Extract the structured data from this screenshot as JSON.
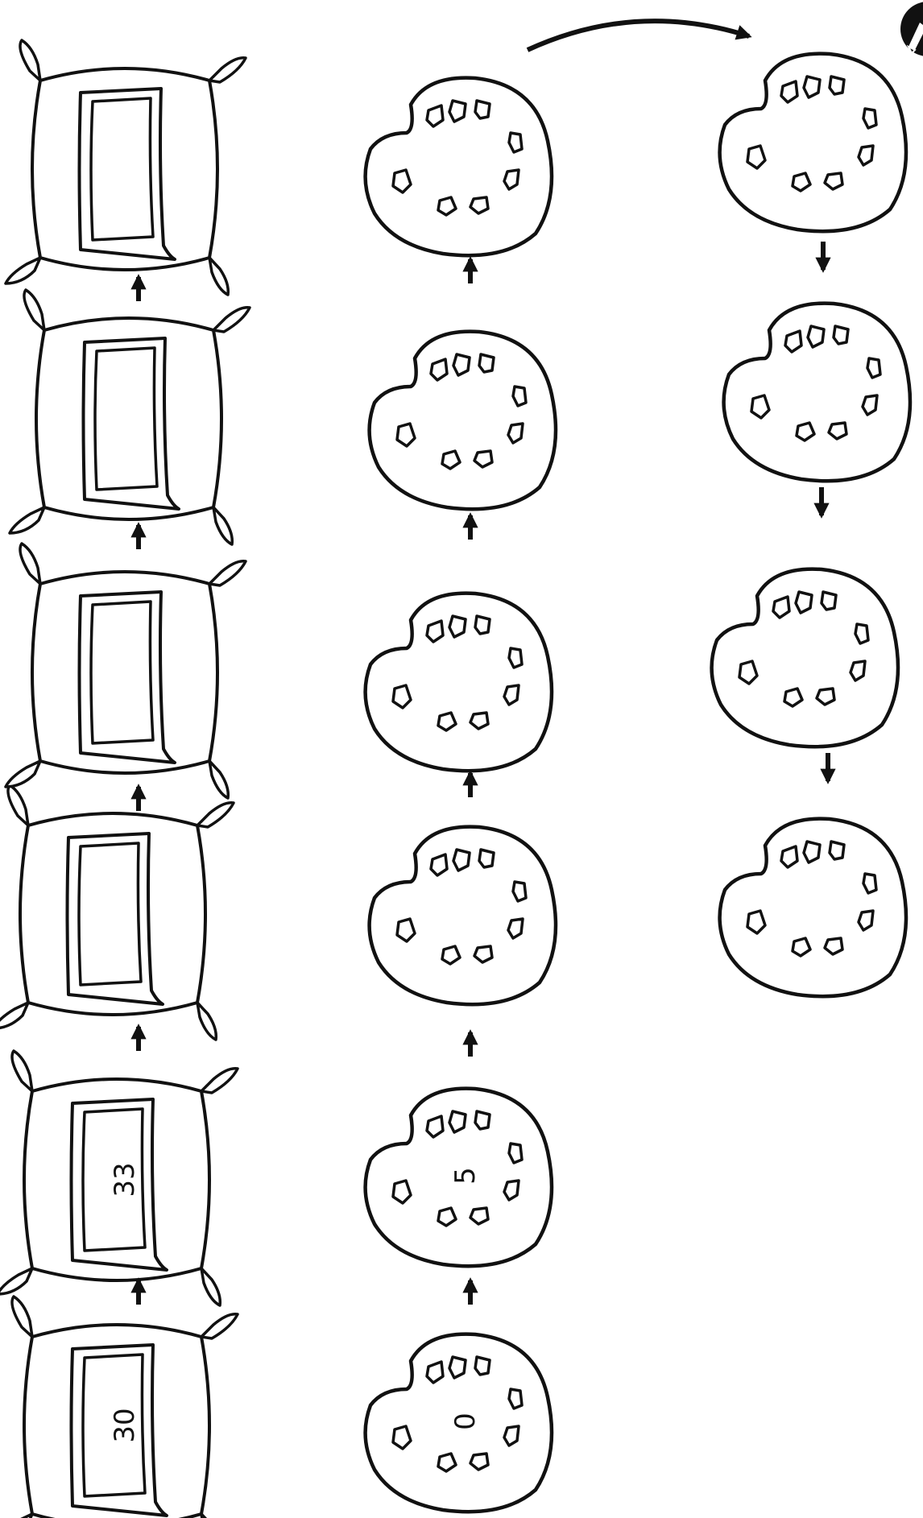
{
  "colors": {
    "ink": "#111111",
    "paper": "#ffffff"
  },
  "worksheet": {
    "pillows": [
      {
        "value": "30"
      },
      {
        "value": "33"
      },
      {
        "value": ""
      },
      {
        "value": ""
      },
      {
        "value": ""
      },
      {
        "value": ""
      }
    ],
    "palettes_column_1": [
      {
        "value": "0"
      },
      {
        "value": "5"
      },
      {
        "value": ""
      },
      {
        "value": ""
      },
      {
        "value": ""
      },
      {
        "value": ""
      }
    ],
    "palettes_column_2": [
      {
        "value": ""
      },
      {
        "value": ""
      },
      {
        "value": ""
      },
      {
        "value": ""
      }
    ],
    "corner_icon": "pencil-icon"
  }
}
